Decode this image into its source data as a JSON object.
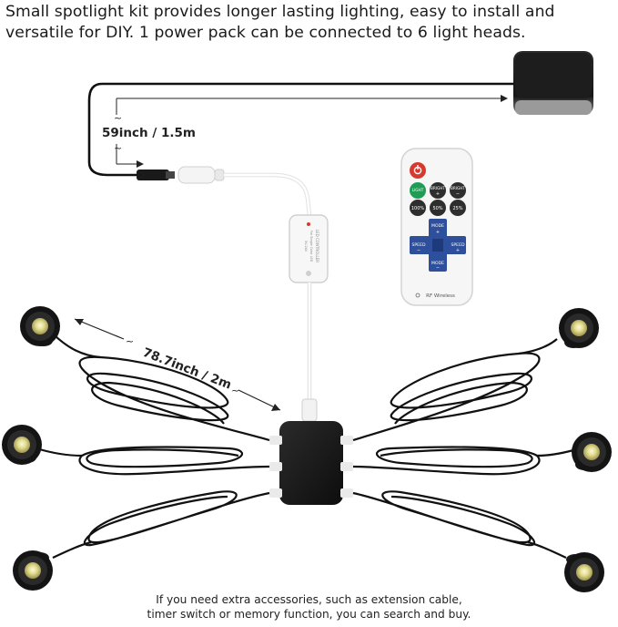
{
  "headline": {
    "line1": "Small spotlight kit provides longer lasting lighting, easy to install and",
    "line2": "versatile for DIY. 1 power pack can be connected to 6 light heads."
  },
  "measure": {
    "power_cable": "59inch / 1.5m",
    "light_cable": "78.7inch / 2m"
  },
  "controller": {
    "label_line1": "LED CONTROLLER",
    "label_line2": "For Single Color LED",
    "label_line3": "5V-24V"
  },
  "remote": {
    "buttons": {
      "power": "",
      "light": "LIGHT",
      "bright_up": "BRIGHT",
      "bright_down": "BRIGHT",
      "p100": "100%",
      "p50": "50%",
      "p25": "25%",
      "mode_up": "MODE",
      "mode_down": "MODE",
      "speed_left": "SPEED",
      "speed_right": "SPEED"
    },
    "brand": "RF Wireless"
  },
  "footer": {
    "line1": "If you need extra accessories, such as extension cable,",
    "line2": "timer switch or memory function, you can search and buy."
  },
  "colors": {
    "cable": "#111111",
    "white_cable": "#f2f2f2",
    "remote_green": "#1f9d55",
    "remote_red": "#d63a2f",
    "remote_blue": "#2d4f9c"
  }
}
